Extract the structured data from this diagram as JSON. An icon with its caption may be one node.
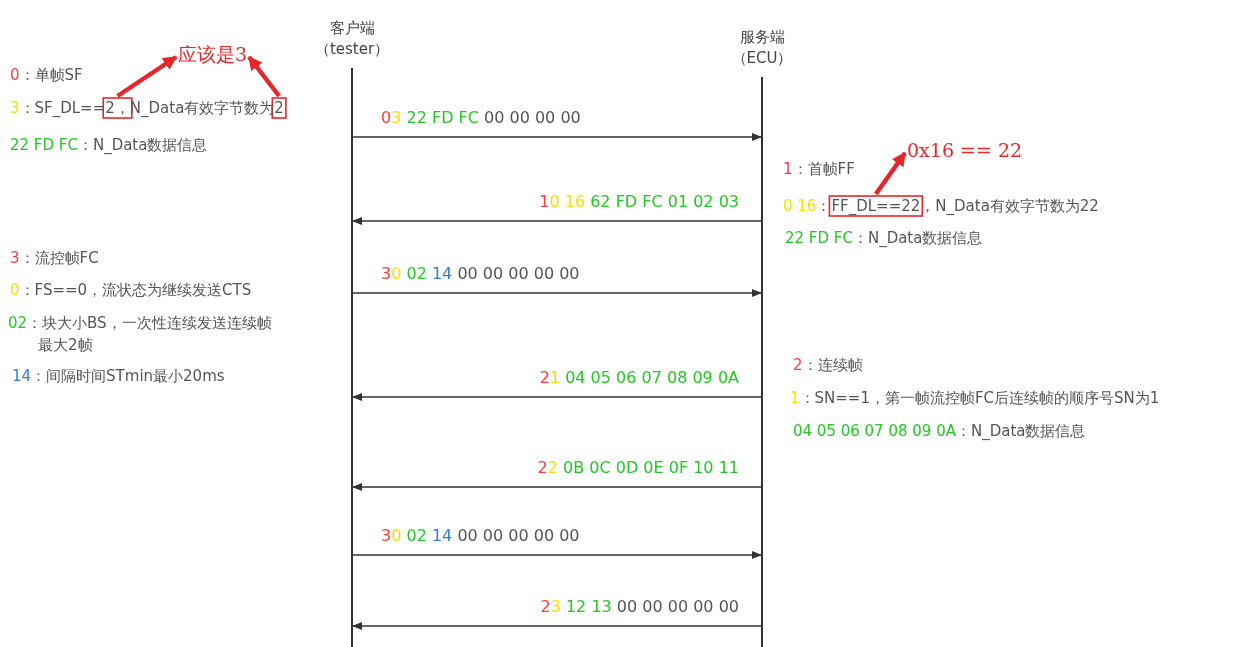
{
  "diagram": {
    "nodes": [
      {
        "text": [
          "客户端",
          "（tester）"
        ]
      },
      {
        "text": [
          "服务端",
          "（ECU）"
        ]
      },
      {
        "text": [
          "应该是3"
        ]
      },
      {
        "text": [],
        "shape": "box"
      },
      {
        "text": [],
        "shape": "box"
      },
      {
        "text": [
          "0x16 == 22"
        ]
      },
      {
        "text": [],
        "shape": "box"
      }
    ],
    "edges": [
      {
        "from": 0,
        "to": 1,
        "arrow": "to",
        "label": "03 22 FD FC 00 00 00 00"
      },
      {
        "from": 1,
        "to": 0,
        "arrow": "to",
        "label": "10 16 62 FD FC 01 02 03"
      },
      {
        "from": 0,
        "to": 1,
        "arrow": "to",
        "label": "30 02 14 00 00 00 00 00"
      },
      {
        "from": 1,
        "to": 0,
        "arrow": "to",
        "label": "21 04 05 06 07 08 09 0A"
      },
      {
        "from": 1,
        "to": 0,
        "arrow": "to",
        "label": "22 0B 0C 0D 0E 0F 10 11"
      },
      {
        "from": 0,
        "to": 1,
        "arrow": "to",
        "label": "30 02 14 00 00 00 00 00"
      },
      {
        "from": 1,
        "to": 0,
        "arrow": "to",
        "label": "23 12 13 00 00 00 00 00"
      },
      {
        "from": 3,
        "to": 2,
        "arrow": "to",
        "style": "thick",
        "color": "#e8262a"
      },
      {
        "from": 4,
        "to": 2,
        "arrow": "to",
        "style": "thick",
        "color": "#e8262a"
      },
      {
        "from": 6,
        "to": 5,
        "arrow": "to",
        "style": "thick",
        "color": "#e8262a"
      }
    ],
    "labels": [
      "0：单帧SF",
      "3：SF_DL==2，N_Data有效字节数为2",
      "22 FD FC：N_Data数据信息",
      "3：流控帧FC",
      "0：FS==0，流状态为继续发送CTS",
      "02：块大小BS，一次性连续发送连续帧最大2帧",
      "14：间隔时间STmin最小20ms",
      "1：首帧FF",
      "0 16：FF_DL==22，N_Data有效字节数为22",
      "22 FD FC：N_Data数据信息",
      "2：连续帧",
      "1：SN==1，第一帧流控帧FC后连续帧的顺序号SN为1",
      "04 05 06 07 08 09 0A：N_Data数据信息"
    ]
  }
}
